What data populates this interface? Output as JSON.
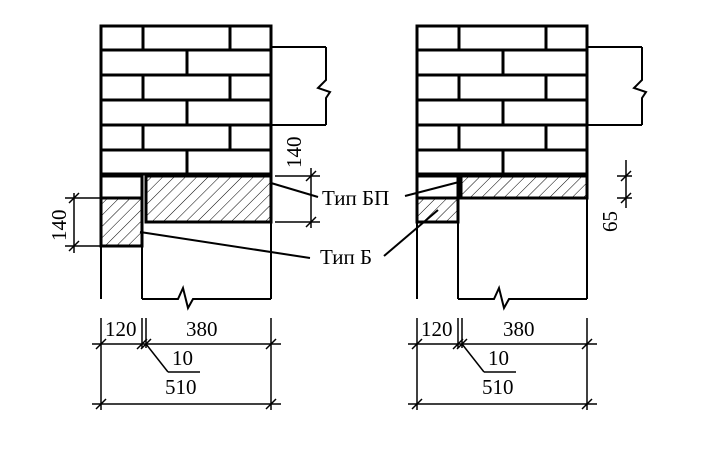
{
  "labels": {
    "type_bp": "Тип БП",
    "type_b": "Тип Б"
  },
  "left_detail": {
    "dim_lintel_height": "140",
    "dim_beam_height": "140",
    "dim_inner": "120",
    "dim_outer": "380",
    "dim_gap": "10",
    "dim_total": "510"
  },
  "right_detail": {
    "dim_lintel_height": "65",
    "dim_inner": "120",
    "dim_outer": "380",
    "dim_gap": "10",
    "dim_total": "510"
  }
}
